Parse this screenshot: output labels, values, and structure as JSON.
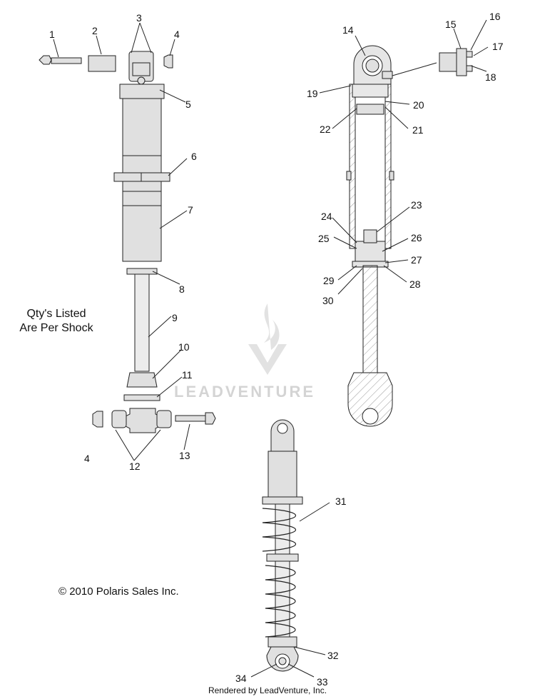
{
  "diagram": {
    "note_line1": "Qty's Listed",
    "note_line2": "Are Per Shock",
    "copyright": "© 2010 Polaris Sales Inc.",
    "footer": "Rendered by LeadVenture, Inc.",
    "watermark_text": "LEADVENTURE",
    "line_color": "#222222",
    "fill_color": "#e0e0e0",
    "callouts": [
      {
        "id": "1",
        "label": "1"
      },
      {
        "id": "2",
        "label": "2"
      },
      {
        "id": "3",
        "label": "3"
      },
      {
        "id": "4a",
        "label": "4"
      },
      {
        "id": "5",
        "label": "5"
      },
      {
        "id": "6",
        "label": "6"
      },
      {
        "id": "7",
        "label": "7"
      },
      {
        "id": "8",
        "label": "8"
      },
      {
        "id": "9",
        "label": "9"
      },
      {
        "id": "10",
        "label": "10"
      },
      {
        "id": "11",
        "label": "11"
      },
      {
        "id": "4b",
        "label": "4"
      },
      {
        "id": "12",
        "label": "12"
      },
      {
        "id": "13",
        "label": "13"
      },
      {
        "id": "14",
        "label": "14"
      },
      {
        "id": "15",
        "label": "15"
      },
      {
        "id": "16",
        "label": "16"
      },
      {
        "id": "17",
        "label": "17"
      },
      {
        "id": "18",
        "label": "18"
      },
      {
        "id": "19",
        "label": "19"
      },
      {
        "id": "20",
        "label": "20"
      },
      {
        "id": "21",
        "label": "21"
      },
      {
        "id": "22",
        "label": "22"
      },
      {
        "id": "23",
        "label": "23"
      },
      {
        "id": "24",
        "label": "24"
      },
      {
        "id": "25",
        "label": "25"
      },
      {
        "id": "26",
        "label": "26"
      },
      {
        "id": "27",
        "label": "27"
      },
      {
        "id": "28",
        "label": "28"
      },
      {
        "id": "29",
        "label": "29"
      },
      {
        "id": "30",
        "label": "30"
      },
      {
        "id": "31",
        "label": "31"
      },
      {
        "id": "32",
        "label": "32"
      },
      {
        "id": "33",
        "label": "33"
      },
      {
        "id": "34",
        "label": "34"
      }
    ]
  }
}
